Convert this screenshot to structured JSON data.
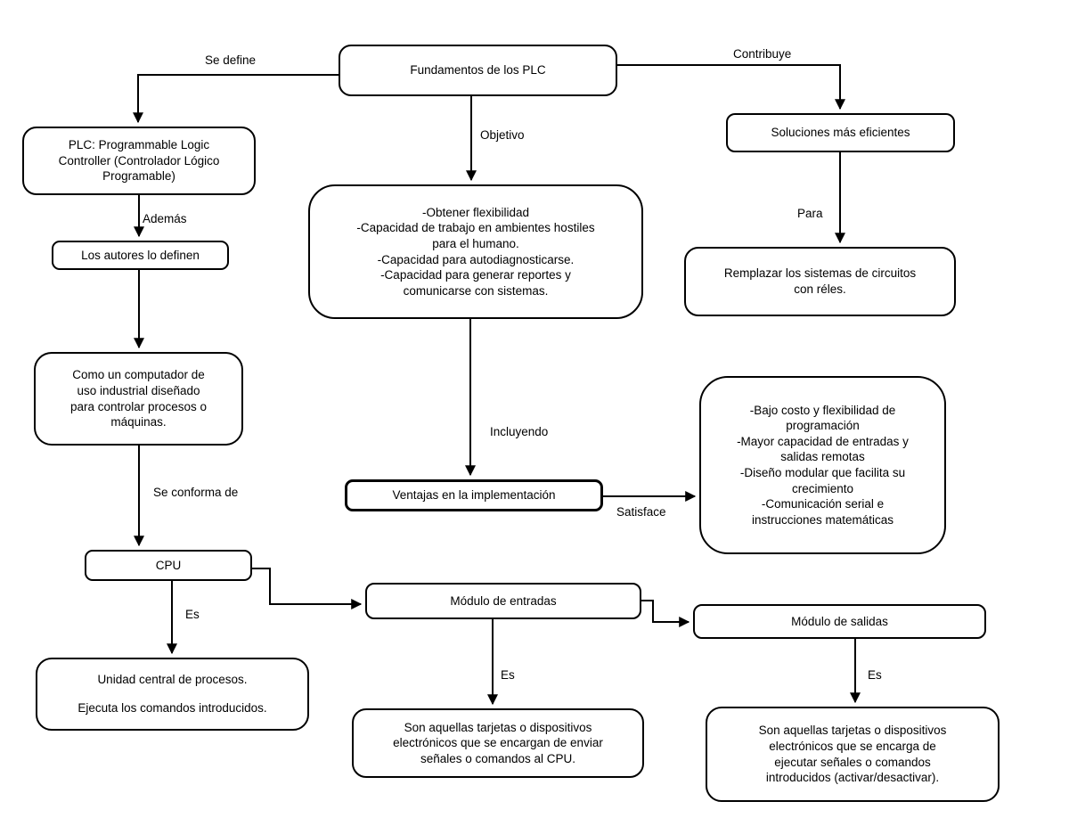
{
  "diagram": {
    "colors": {
      "line": "#000000",
      "box_border": "#000000",
      "background": "#ffffff",
      "text": "#000000"
    },
    "nodes": {
      "fundamentos": "Fundamentos de los PLC",
      "plc_definicion": "PLC: Programmable Logic Controller (Controlador Lógico Programable)",
      "soluciones": "Soluciones más eficientes",
      "autores": "Los autores lo definen",
      "objetivos_items": [
        "-Obtener flexibilidad",
        "-Capacidad de trabajo en ambientes hostiles para el humano.",
        "-Capacidad para autodiagnosticarse.",
        "-Capacidad para generar reportes y comunicarse con sistemas."
      ],
      "remplazar": "Remplazar los sistemas de circuitos con réles.",
      "computador": "Como un computador de uso industrial diseñado para controlar procesos o máquinas.",
      "ventajas": "Ventajas en la implementación",
      "ventajas_items": [
        "-Bajo costo y flexibilidad de programación",
        "-Mayor capacidad de entradas y salidas remotas",
        "-Diseño modular que facilita su crecimiento",
        "-Comunicación serial e instrucciones matemáticas"
      ],
      "cpu": "CPU",
      "unidad_lines": [
        "Unidad central de procesos.",
        "Ejecuta los comandos introducidos."
      ],
      "modulo_entradas": "Módulo de entradas",
      "entradas_descripcion": "Son aquellas tarjetas o dispositivos electrónicos que se encargan de enviar señales o comandos al CPU.",
      "modulo_salidas": "Módulo de salidas",
      "salidas_descripcion": "Son aquellas tarjetas o dispositivos electrónicos que se encarga de ejecutar señales o comandos introducidos (activar/desactivar)."
    },
    "edges": {
      "se_define": "Se define",
      "contribuye": "Contribuye",
      "objetivo": "Objetivo",
      "ademas": "Además",
      "para": "Para",
      "incluyendo": "Incluyendo",
      "satisface": "Satisface",
      "se_conforma_de": "Se conforma de",
      "es_cpu": "Es",
      "es_entradas": "Es",
      "es_salidas": "Es"
    }
  }
}
